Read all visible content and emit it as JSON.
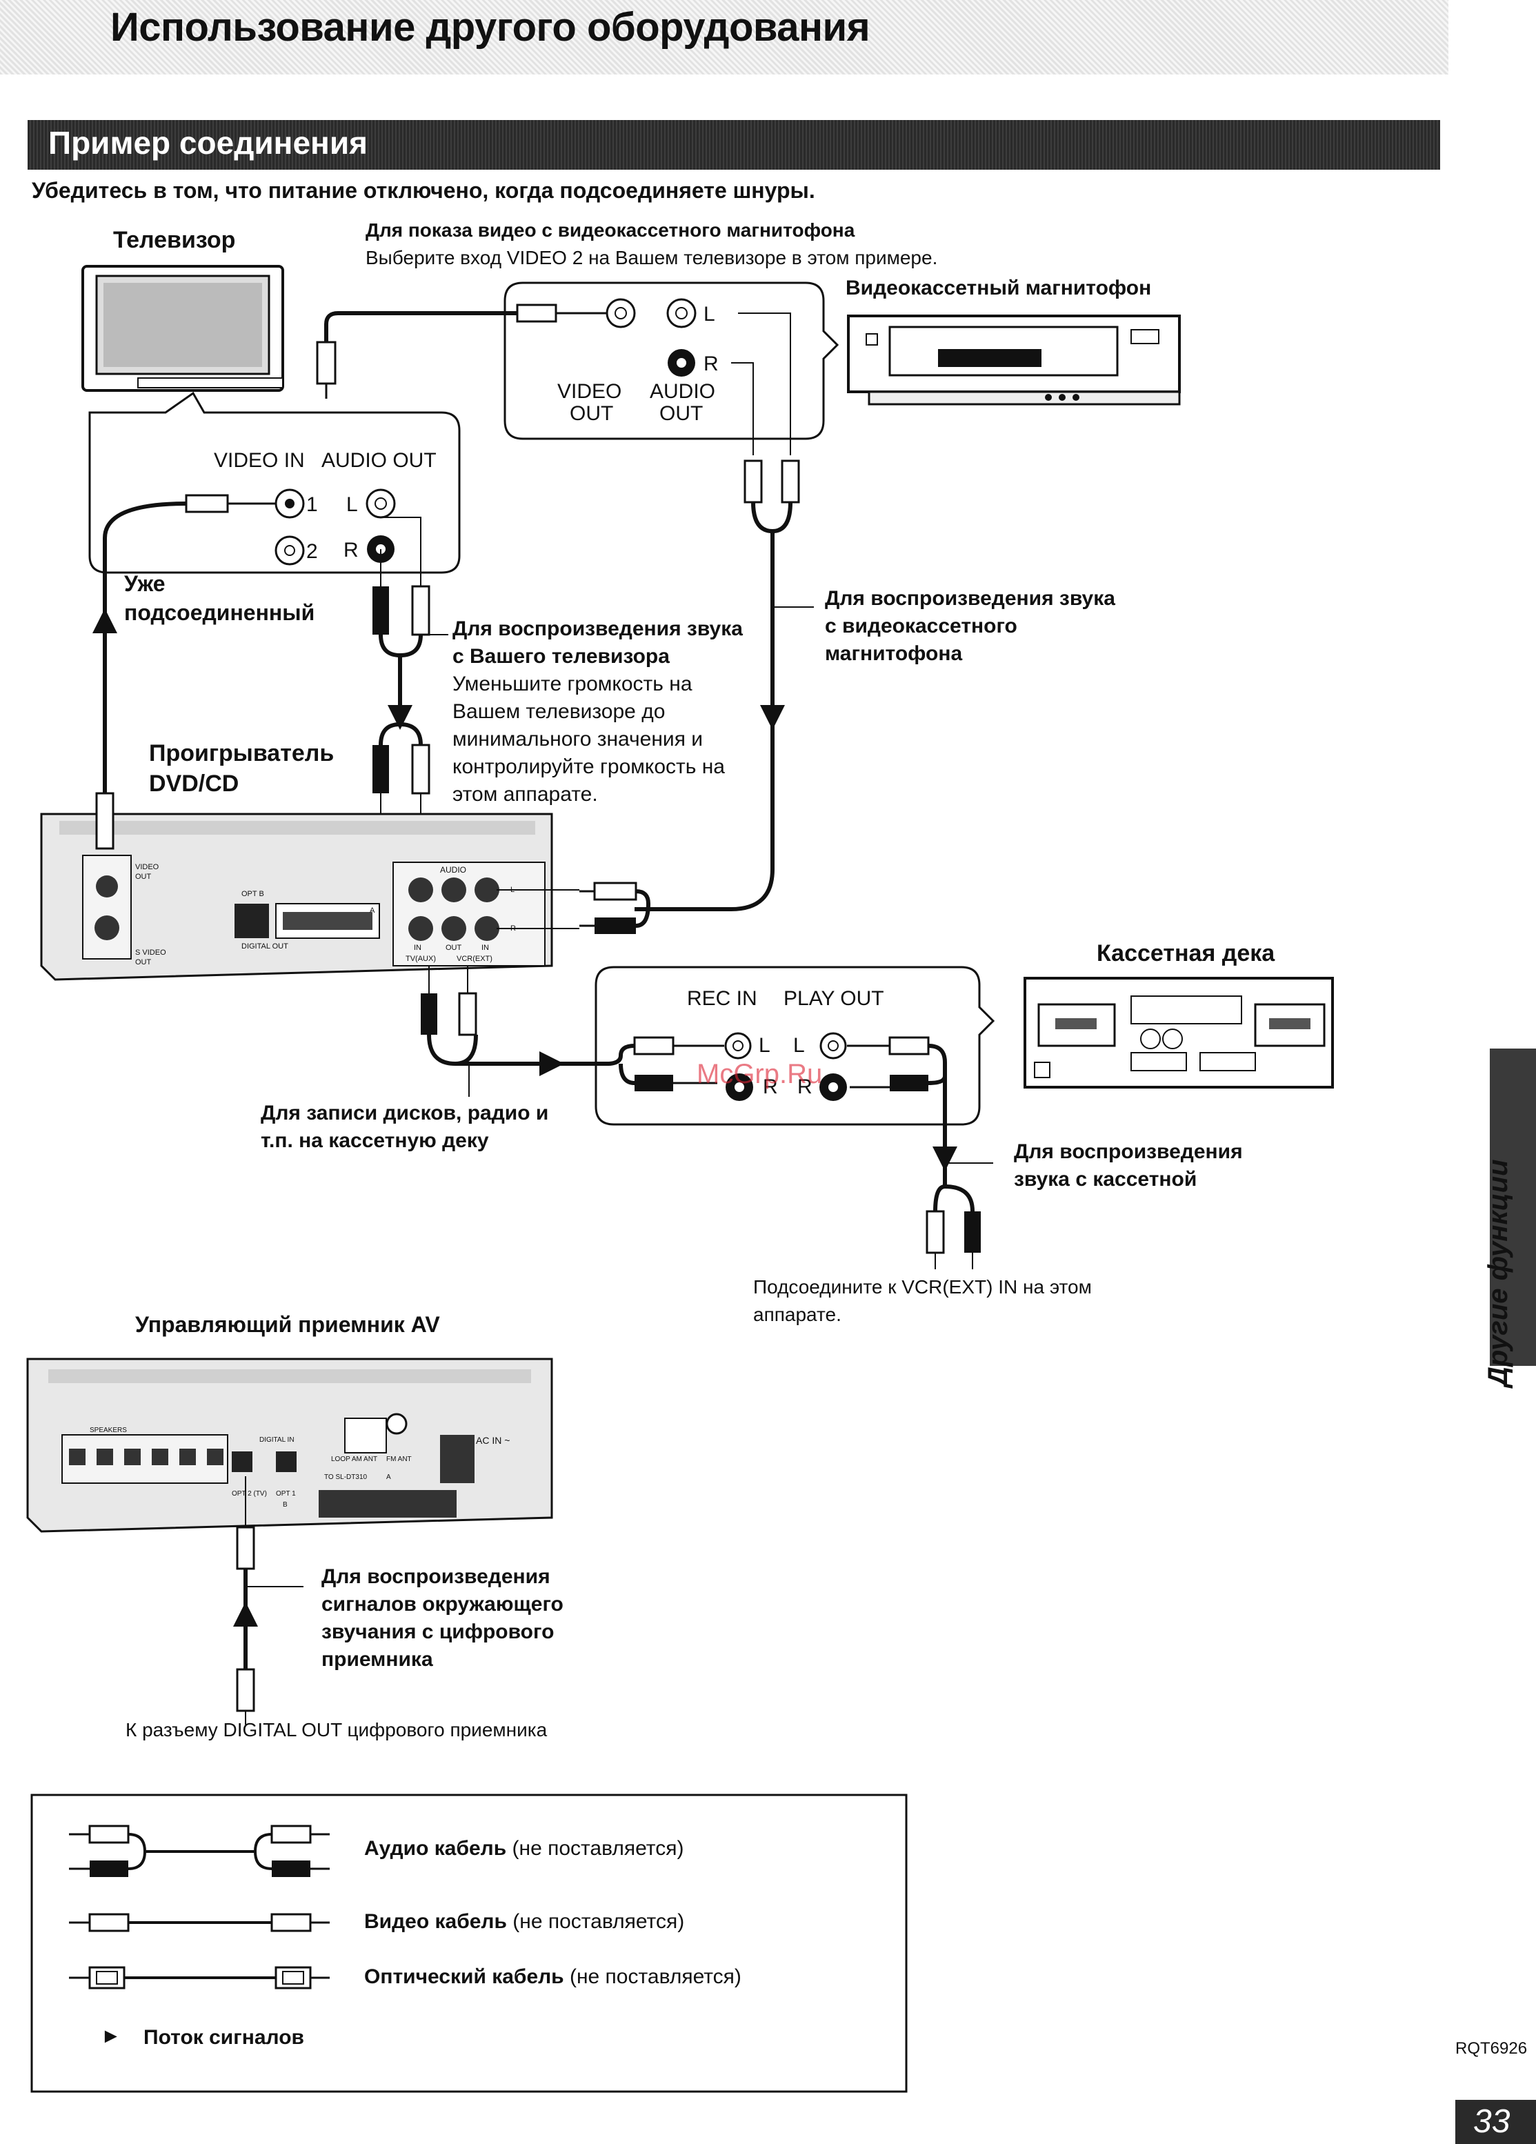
{
  "header": {
    "title": "Использование другого оборудования"
  },
  "section": {
    "title": "Пример соединения",
    "warning": "Убедитесь в том, что питание отключено, когда подсоединяете шнуры."
  },
  "devices": {
    "tv": "Телевизор",
    "vcr": "Видеокассетный магнитофон",
    "dvd_line1": "Проигрыватель",
    "dvd_line2": "DVD/CD",
    "cassette_deck": "Кассетная дека",
    "av_receiver": "Управляющий приемник AV"
  },
  "jacks": {
    "video_in": "VIDEO IN",
    "audio_out": "AUDIO OUT",
    "one": "1",
    "two": "2",
    "L": "L",
    "R": "R",
    "video_out_1": "VIDEO",
    "video_out_2": "OUT",
    "audio_out_1": "AUDIO",
    "audio_out_2": "OUT",
    "rec_in": "REC IN",
    "play_out": "PLAY OUT"
  },
  "notes": {
    "vcr_video_title": "Для показа видео с видеокассетного магнитофона",
    "vcr_video_text": "Выберите вход VIDEO 2 на Вашем телевизоре в этом примере.",
    "already_1": "Уже",
    "already_2": "подсоединенный",
    "tv_sound_title_1": "Для воспроизведения звука",
    "tv_sound_title_2": "с Вашего телевизора",
    "tv_sound_text": [
      "Уменьшите громкость на",
      "Вашем телевизоре до",
      "минимального значения и",
      "контролируйте громкость на",
      "этом аппарате."
    ],
    "vcr_sound": [
      "Для воспроизведения звука",
      "с видеокассетного",
      "магнитофона"
    ],
    "record": [
      "Для записи дисков, радио и",
      "т.п. на кассетную деку"
    ],
    "cassette_sound": [
      "Для воспроизведения",
      "звука с кассетной"
    ],
    "connect_vcr": [
      "Подсоедините к VCR(EXT) IN на этом",
      "аппарате."
    ],
    "surround": [
      "Для воспроизведения",
      "сигналов окружающего",
      "звучания с цифрового",
      "приемника"
    ],
    "digital_out": "К разъему DIGITAL OUT цифрового приемника"
  },
  "panel": {
    "dvd": [
      "VIDEO OUT",
      "S VIDEO OUT",
      "OPT B",
      "DIGITAL OUT",
      "A",
      "AUDIO",
      "IN",
      "OUT",
      "IN",
      "TV(AUX)",
      "VCR(EXT)",
      "L",
      "R"
    ],
    "receiver": [
      "SPEAKERS",
      "DIGITAL IN",
      "OPT 2 (TV)",
      "OPT 1",
      "B",
      "TO SL-DT310",
      "A",
      "LOOP AM ANT",
      "FM ANT",
      "AC IN ~"
    ]
  },
  "legend": {
    "audio_bold": "Аудио кабель",
    "audio_note": "(не поставляется)",
    "video_bold": "Видео кабель",
    "video_note": "(не поставляется)",
    "optical_bold": "Оптический кабель",
    "optical_note": "(не поставляется)",
    "flow_marker": "►",
    "flow": "Поток сигналов"
  },
  "side_tab": "Другие функции",
  "doc_code": "RQT6926",
  "page_number": "33",
  "watermark": "McGrp.Ru",
  "colors": {
    "ink": "#111111",
    "dark_band": "#333333",
    "watermark": "#dd2233"
  }
}
